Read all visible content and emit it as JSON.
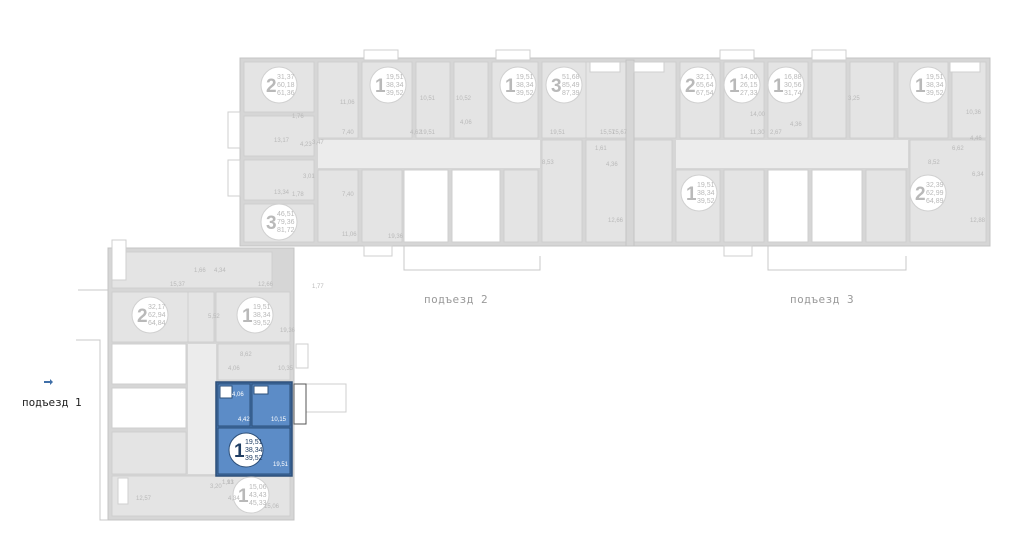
{
  "entrances": {
    "e1": "подъезд 1",
    "e2": "подъезд 2",
    "e3": "подъезд 3"
  },
  "selected_apartment": {
    "rooms": "1",
    "living": "19,51",
    "total": "38,34",
    "total_with_balcony": "39,52",
    "room_areas": [
      "4,42",
      "10,15",
      "19,51",
      "4,06"
    ],
    "color": "#3f6fa8"
  },
  "apartments": [
    {
      "id": "a1",
      "rooms": "2",
      "v1": "31,37",
      "v2": "60,18",
      "v3": "61,36"
    },
    {
      "id": "a2",
      "rooms": "3",
      "v1": "46,51",
      "v2": "79,36",
      "v3": "81,72"
    },
    {
      "id": "a3",
      "rooms": "1",
      "v1": "19,51",
      "v2": "38,34",
      "v3": "39,52"
    },
    {
      "id": "a4",
      "rooms": "1",
      "v1": "19,51",
      "v2": "38,34",
      "v3": "39,52"
    },
    {
      "id": "a5",
      "rooms": "3",
      "v1": "51,68",
      "v2": "85,49",
      "v3": "87,39"
    },
    {
      "id": "a6",
      "rooms": "2",
      "v1": "32,17",
      "v2": "65,64",
      "v3": "67,54"
    },
    {
      "id": "a7",
      "rooms": "1",
      "v1": "14,00",
      "v2": "26,15",
      "v3": "27,33"
    },
    {
      "id": "a8",
      "rooms": "1",
      "v1": "16,88",
      "v2": "30,56",
      "v3": "31,74"
    },
    {
      "id": "a9",
      "rooms": "1",
      "v1": "19,51",
      "v2": "38,34",
      "v3": "39,52"
    },
    {
      "id": "a10",
      "rooms": "1",
      "v1": "19,51",
      "v2": "38,34",
      "v3": "39,52"
    },
    {
      "id": "a11",
      "rooms": "2",
      "v1": "32,39",
      "v2": "62,99",
      "v3": "64,89"
    },
    {
      "id": "a12",
      "rooms": "2",
      "v1": "32,17",
      "v2": "62,94",
      "v3": "64,84"
    },
    {
      "id": "a13",
      "rooms": "1",
      "v1": "19,51",
      "v2": "38,34",
      "v3": "39,52"
    },
    {
      "id": "a14",
      "rooms": "1",
      "v1": "15,06",
      "v2": "43,43",
      "v3": "45,33"
    }
  ],
  "room_labels": [
    "10,51",
    "11,06",
    "7,40",
    "15,67",
    "19,51",
    "4,62",
    "4,06",
    "10,52",
    "19,51",
    "15,57",
    "1,61",
    "4,36",
    "8,53",
    "12,66",
    "7,40",
    "3,47",
    "11,06",
    "19,36",
    "1,76",
    "13,17",
    "4,23",
    "3,01",
    "13,34",
    "1,78",
    "10,36",
    "4,46",
    "6,62",
    "8,52",
    "6,34",
    "12,88",
    "11,30",
    "2,67",
    "4,36",
    "14,00",
    "3,25",
    "1,77",
    "15,37",
    "12,66",
    "1,66",
    "4,34",
    "5,52",
    "19,36",
    "8,62",
    "4,06",
    "10,35",
    "1,13",
    "12,57",
    "4,34",
    "15,06",
    "1,91",
    "3,20"
  ]
}
